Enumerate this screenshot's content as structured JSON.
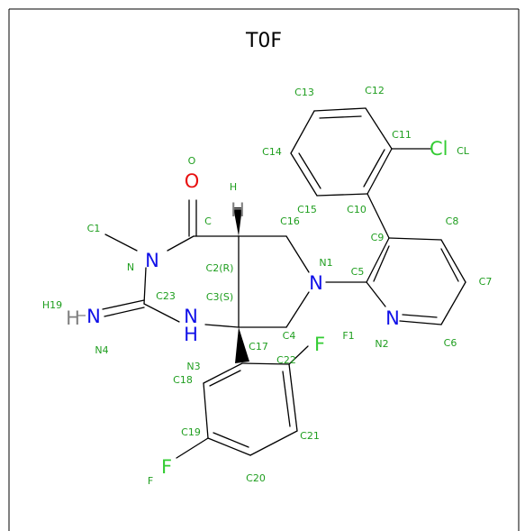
{
  "title": "T0F",
  "colors": {
    "bond": "#000000",
    "carbon": "#000000",
    "nitrogen": "#1010e8",
    "oxygen": "#e81010",
    "chlorine": "#33cc33",
    "fluorine": "#33cc33",
    "hydrogen": "#808080",
    "label": "#1f9e1f"
  },
  "atoms": {
    "O": "O",
    "N_amide": "N",
    "N_pyrrolidine": "N",
    "N_pyridine": "N",
    "N3": "N",
    "H_N3": "H",
    "N_imine": "N",
    "H_imine": "H",
    "H_C2": "H",
    "Cl": "Cl",
    "F_top": "F",
    "F_bottom": "F"
  },
  "labels": {
    "C13": "C13",
    "C12": "C12",
    "C11": "C11",
    "CL": "CL",
    "C14": "C14",
    "C15": "C15",
    "C10": "C10",
    "C16": "C16",
    "C8": "C8",
    "C9": "C9",
    "O": "O",
    "H": "H",
    "C": "C",
    "C1": "C1",
    "N": "N",
    "C2R": "C2(R)",
    "N1": "N1",
    "C5": "C5",
    "C7": "C7",
    "H19": "H19",
    "C23": "C23",
    "C3S": "C3(S)",
    "N4": "N4",
    "C17": "C17",
    "C4": "C4",
    "F1": "F1",
    "N2": "N2",
    "C6": "C6",
    "N3": "N3",
    "C22": "C22",
    "C18": "C18",
    "C19": "C19",
    "C21": "C21",
    "F": "F",
    "C20": "C20"
  }
}
